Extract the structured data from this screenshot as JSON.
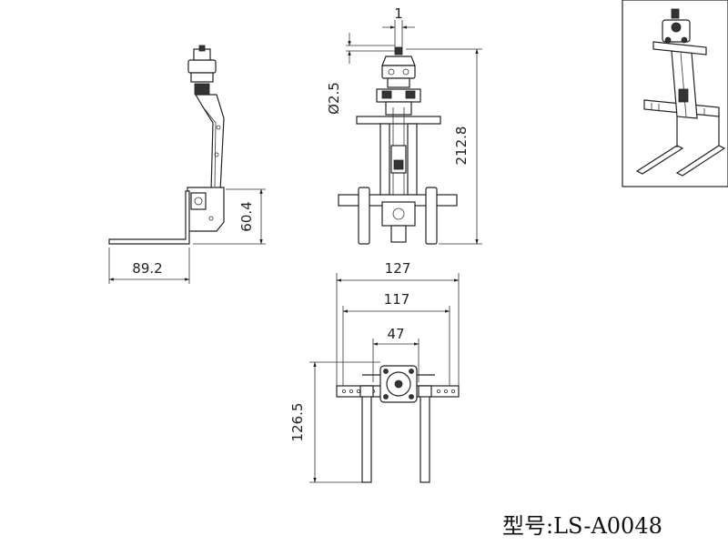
{
  "dimensions": {
    "side_width": "89.2",
    "side_height": "60.4",
    "front_offset": "1",
    "front_diameter": "Ø2.5",
    "front_height": "212.8",
    "top_outer_width": "127",
    "top_inner_width": "117",
    "top_fork_width": "47",
    "top_depth": "126.5"
  },
  "model_label": "型号:LS-A0048",
  "colors": {
    "line": "#222222",
    "background": "#ffffff",
    "shade": "#333333"
  }
}
